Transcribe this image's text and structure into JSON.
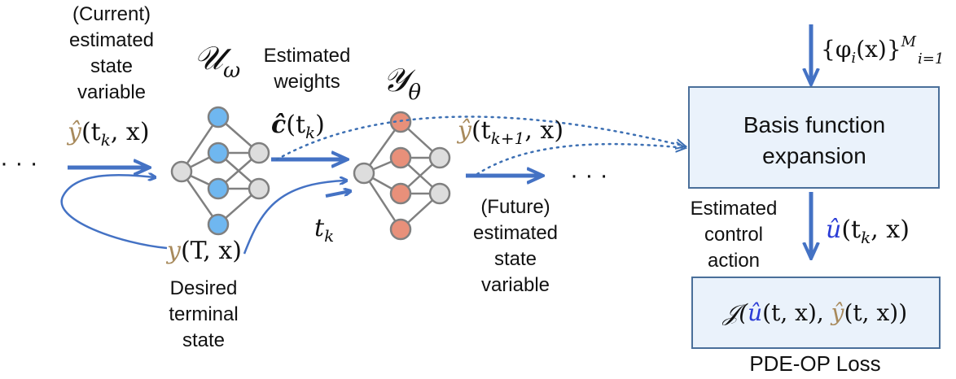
{
  "colors": {
    "arrow": "#4472c4",
    "dotted": "#3c6fb3",
    "node_blue": "#6fb7f0",
    "node_orange": "#e8907a",
    "node_gray": "#dddddd",
    "node_stroke": "#808080",
    "box_fill": "#eaf2fb",
    "box_stroke": "#4a6f9a",
    "y_tan": "#a88a5c",
    "u_blue": "#2a3bd6"
  },
  "labels": {
    "current_state": [
      "(Current)",
      "estimated",
      "state",
      "variable"
    ],
    "estimated_weights": [
      "Estimated",
      "weights"
    ],
    "future_state": [
      "(Future)",
      "estimated",
      "state",
      "variable"
    ],
    "desired_terminal": [
      "Desired",
      "terminal",
      "state"
    ],
    "estimated_control": [
      "Estimated",
      "control",
      "action"
    ],
    "ellipsis_left": "· · ·",
    "ellipsis_right": "· · ·",
    "box_line1": "Basis function",
    "box_line2": "expansion",
    "loss_caption": "PDE-OP Loss"
  },
  "math": {
    "U_omega": "𝒰",
    "U_sub": "ω",
    "Y_theta": "𝒴",
    "Y_sub": "θ",
    "y_hat_tk": {
      "hat": "ŷ",
      "args": "(t",
      "sub": "k",
      "rest": ", x)"
    },
    "c_hat": {
      "sym": "ĉ",
      "args": "(t",
      "sub": "k",
      "rest": ")"
    },
    "y_hat_tk1": {
      "hat": "ŷ",
      "args": "(t",
      "sub": "k+1",
      "rest": ", x)"
    },
    "t_k": {
      "sym": "t",
      "sub": "k"
    },
    "y_T": {
      "sym": "y",
      "rest": "(T, x)"
    },
    "basis": {
      "open": "{φ",
      "sub": "i",
      "mid": "(x)}",
      "sup": "M",
      "sub2": "i=1"
    },
    "u_hat": {
      "hat": "û",
      "args": "(t",
      "sub": "k",
      "rest": ", x)"
    },
    "loss": {
      "J": "𝒥(",
      "u": "û",
      "mid": "(t, x), ",
      "y": "ŷ",
      "end": "(t, x))"
    }
  }
}
